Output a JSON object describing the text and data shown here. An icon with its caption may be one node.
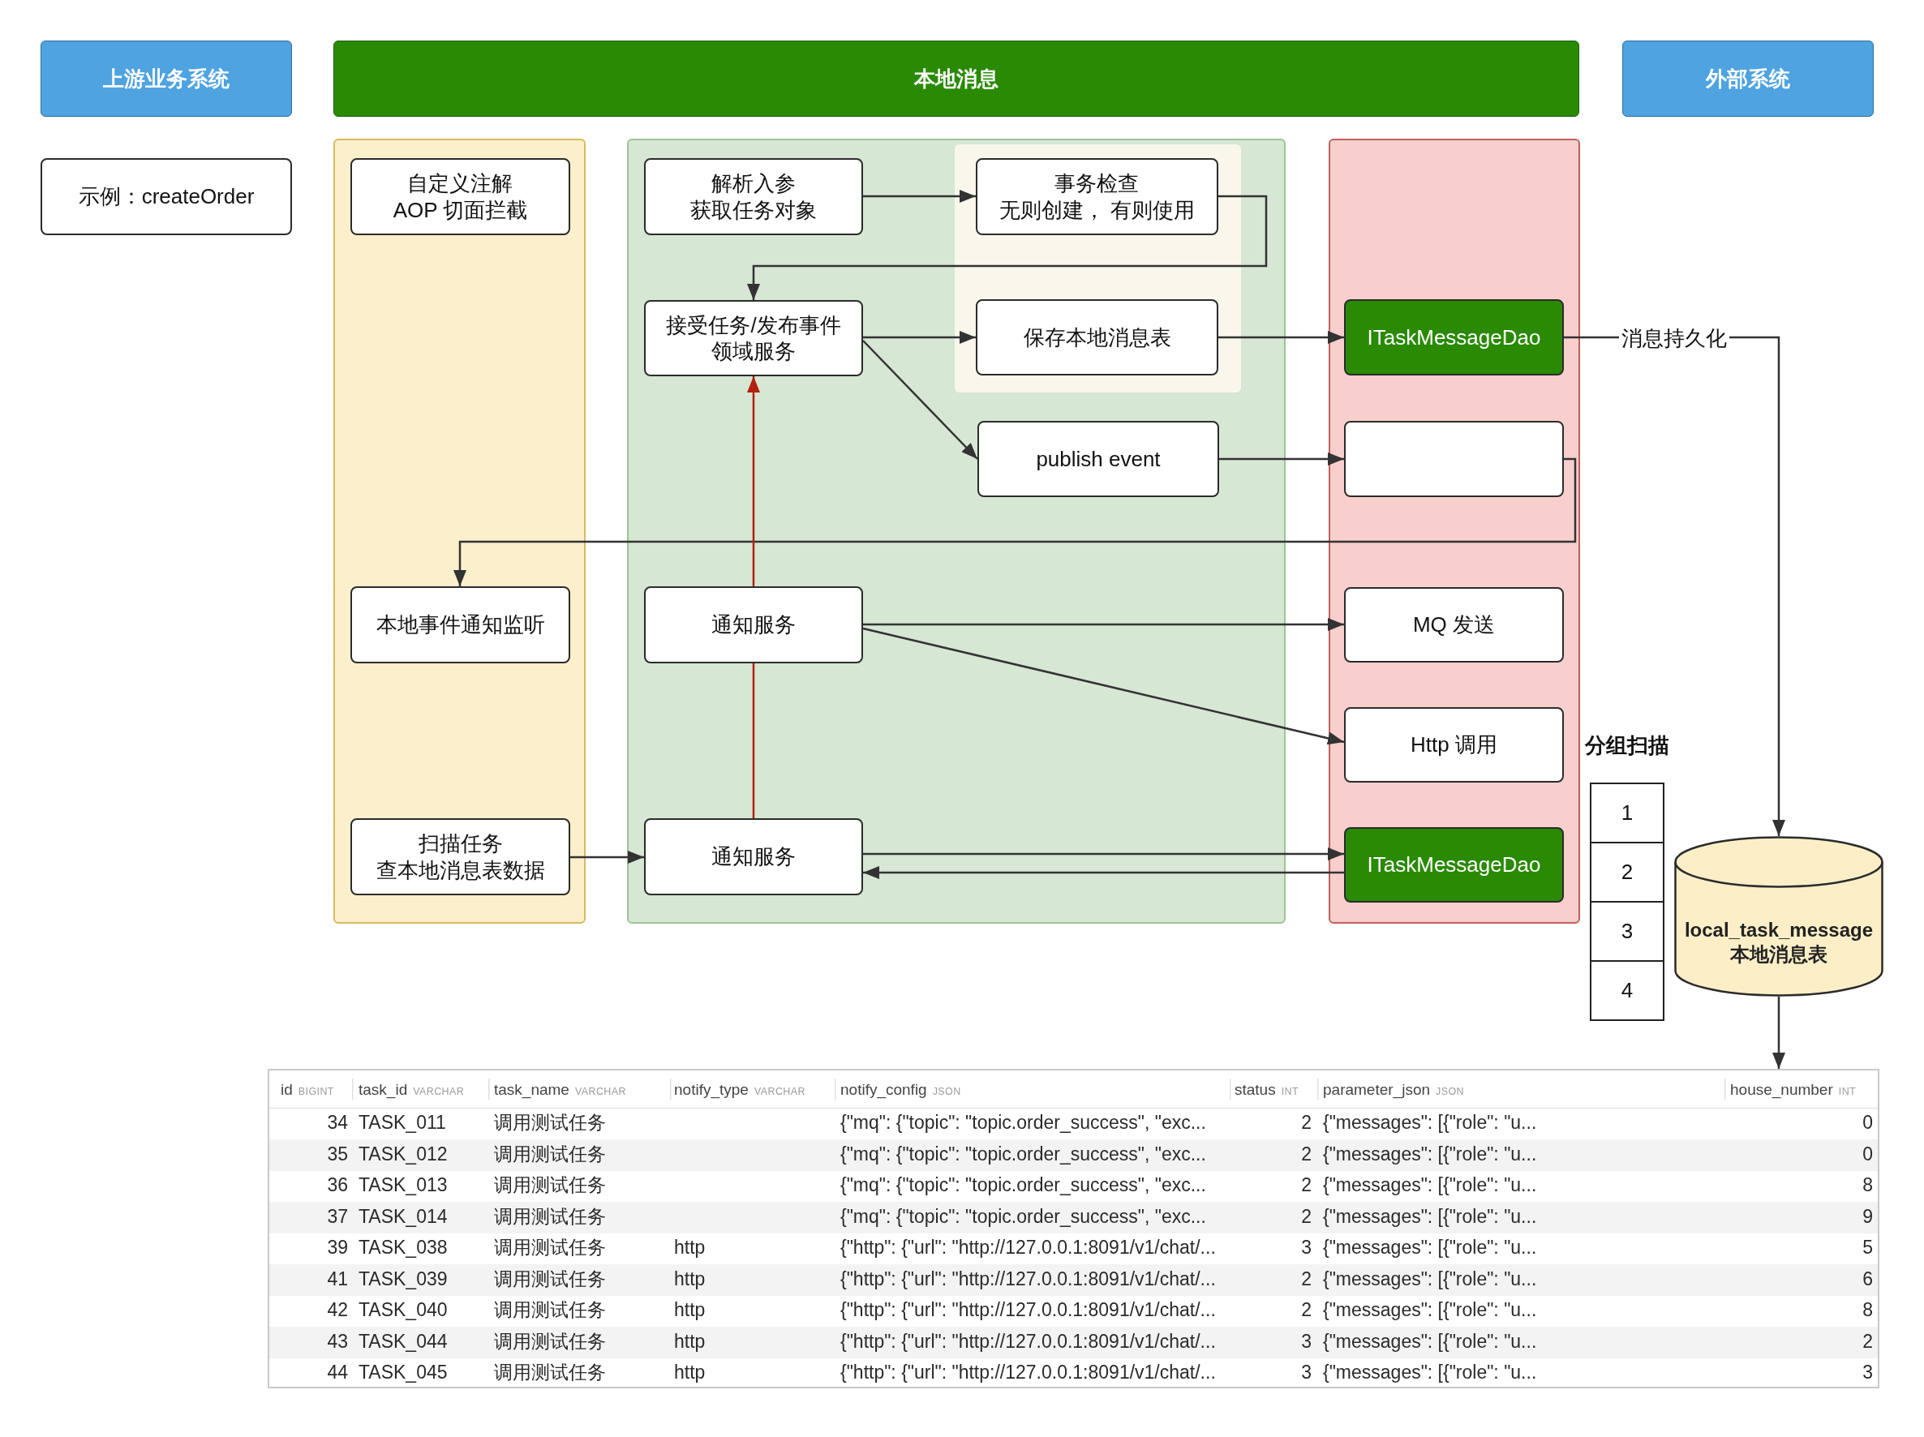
{
  "diagram": {
    "nodes": [
      {
        "text": [
          "上游业务系统"
        ]
      },
      {
        "text": [
          "本地消息"
        ]
      },
      {
        "text": [
          "外部系统"
        ]
      },
      {
        "text": [
          "示例：createOrder"
        ]
      },
      {
        "text": [],
        "shape": "box"
      },
      {
        "text": [
          "自定义注解 AOP 切面拦截"
        ],
        "in": 4
      },
      {
        "text": [
          "本地事件通知监听"
        ],
        "in": 4
      },
      {
        "text": [
          "扫描任务查本地消息表数据"
        ],
        "in": 4
      },
      {
        "text": [],
        "shape": "box"
      },
      {
        "text": [
          "解析入参获取任务对象"
        ],
        "in": 8
      },
      {
        "text": [],
        "shape": "box",
        "in": 8
      },
      {
        "text": [
          "事务检查无则创建， 有则使用"
        ],
        "in": 10
      },
      {
        "text": [
          "保存本地消息表"
        ],
        "in": 10
      },
      {
        "text": [
          "接受任务/发布事件领域服务"
        ],
        "in": 8
      },
      {
        "text": [
          "publish event"
        ],
        "in": 8
      },
      {
        "text": [
          "通知服务"
        ],
        "in": 8
      },
      {
        "text": [
          "通知服务"
        ],
        "in": 8
      },
      {
        "text": [],
        "shape": "box"
      },
      {
        "text": [
          "ITaskMessageDao"
        ],
        "in": 17
      },
      {
        "text": [],
        "shape": "box",
        "in": 17
      },
      {
        "text": [
          "MQ 发送"
        ],
        "in": 17
      },
      {
        "text": [
          "Http 调用"
        ],
        "in": 17
      },
      {
        "text": [
          "ITaskMessageDao"
        ],
        "in": 17
      },
      {
        "text": [
          "1"
        ]
      },
      {
        "text": [
          "2"
        ]
      },
      {
        "text": [
          "3"
        ]
      },
      {
        "text": [
          "4"
        ]
      },
      {
        "text": [
          "local_task_message 本地消息表"
        ]
      },
      {
        "text": [
          "id",
          "BIGINT",
          "task_id",
          "VARCHAR",
          "task_name",
          "VARCHAR",
          "notify_type",
          "VARCHAR",
          "notify_config",
          "JSON",
          "status",
          "INT",
          "parameter_json",
          "JSON",
          "house_number",
          "INT",
          "34",
          "TASK_011",
          "调用测试任务",
          "{\"mq\": {\"topic\": \"topic.order_success\", \"exc...",
          "2",
          "{\"messages\": [{\"role\": \"u...",
          "0",
          "35",
          "TASK_012",
          "调用测试任务",
          "{\"mq\": {\"topic\": \"topic.order_success\", \"exc...",
          "2",
          "{\"messages\": [{\"role\": \"u...",
          "0",
          "36",
          "TASK_013",
          "调用测试任务",
          "{\"mq\": {\"topic\": \"topic.order_success\", \"exc...",
          "2",
          "{\"messages\": [{\"role\": \"u...",
          "8",
          "37",
          "TASK_014",
          "调用测试任务",
          "{\"mq\": {\"topic\": \"topic.order_success\", \"exc...",
          "2",
          "{\"messages\": [{\"role\": \"u...",
          "9",
          "39",
          "TASK_038",
          "调用测试任务",
          "http",
          "{\"http\": {\"url\": \"http://127.0.0.1:8091/v1/chat/...",
          "3",
          "{\"messages\": [{\"role\": \"u...",
          "5",
          "41",
          "TASK_039",
          "调用测试任务",
          "http",
          "{\"http\": {\"url\": \"http://127.0.0.1:8091/v1/chat/...",
          "2",
          "{\"messages\": [{\"role\": \"u...",
          "6",
          "42",
          "TASK_040",
          "调用测试任务",
          "http",
          "{\"http\": {\"url\": \"http://127.0.0.1:8091/v1/chat/...",
          "2",
          "{\"messages\": [{\"role\": \"u...",
          "8",
          "43",
          "TASK_044",
          "调用测试任务",
          "http",
          "{\"http\": {\"url\": \"http://127.0.0.1:8091/v1/chat/...",
          "3",
          "{\"messages\": [{\"role\": \"u...",
          "2",
          "44",
          "TASK_045",
          "调用测试任务",
          "http",
          "{\"http\": {\"url\": \"http://127.0.0.1:8091/v1/chat/...",
          "3",
          "{\"messages\": [{\"role\": \"u...",
          "3"
        ]
      }
    ],
    "edges": [
      {
        "from": 9,
        "to": 11,
        "arrow": "to"
      },
      {
        "from": 11,
        "to": 13,
        "arrow": "to"
      },
      {
        "from": 13,
        "to": 12,
        "arrow": "to"
      },
      {
        "from": 13,
        "to": 14,
        "arrow": "to"
      },
      {
        "from": 12,
        "to": 18,
        "arrow": "to"
      },
      {
        "from": 18,
        "to": 27,
        "arrow": "to",
        "label": "消息持久化"
      },
      {
        "from": 14,
        "to": 19,
        "arrow": "to"
      },
      {
        "from": 19,
        "to": 6,
        "arrow": "to"
      },
      {
        "from": 15,
        "to": 20,
        "arrow": "to"
      },
      {
        "from": 15,
        "to": 21,
        "arrow": "to"
      },
      {
        "from": 15,
        "to": 13,
        "arrow": "to",
        "color": "#b3200e"
      },
      {
        "from": 16,
        "to": 15,
        "arrow": "none",
        "color": "#b3200e"
      },
      {
        "from": 7,
        "to": 16,
        "arrow": "to"
      },
      {
        "from": 16,
        "to": 22,
        "arrow": "to"
      },
      {
        "from": 22,
        "to": 16,
        "arrow": "to"
      },
      {
        "from": 27,
        "to": 28,
        "arrow": "to"
      }
    ],
    "labels": [
      "分组扫描"
    ]
  }
}
